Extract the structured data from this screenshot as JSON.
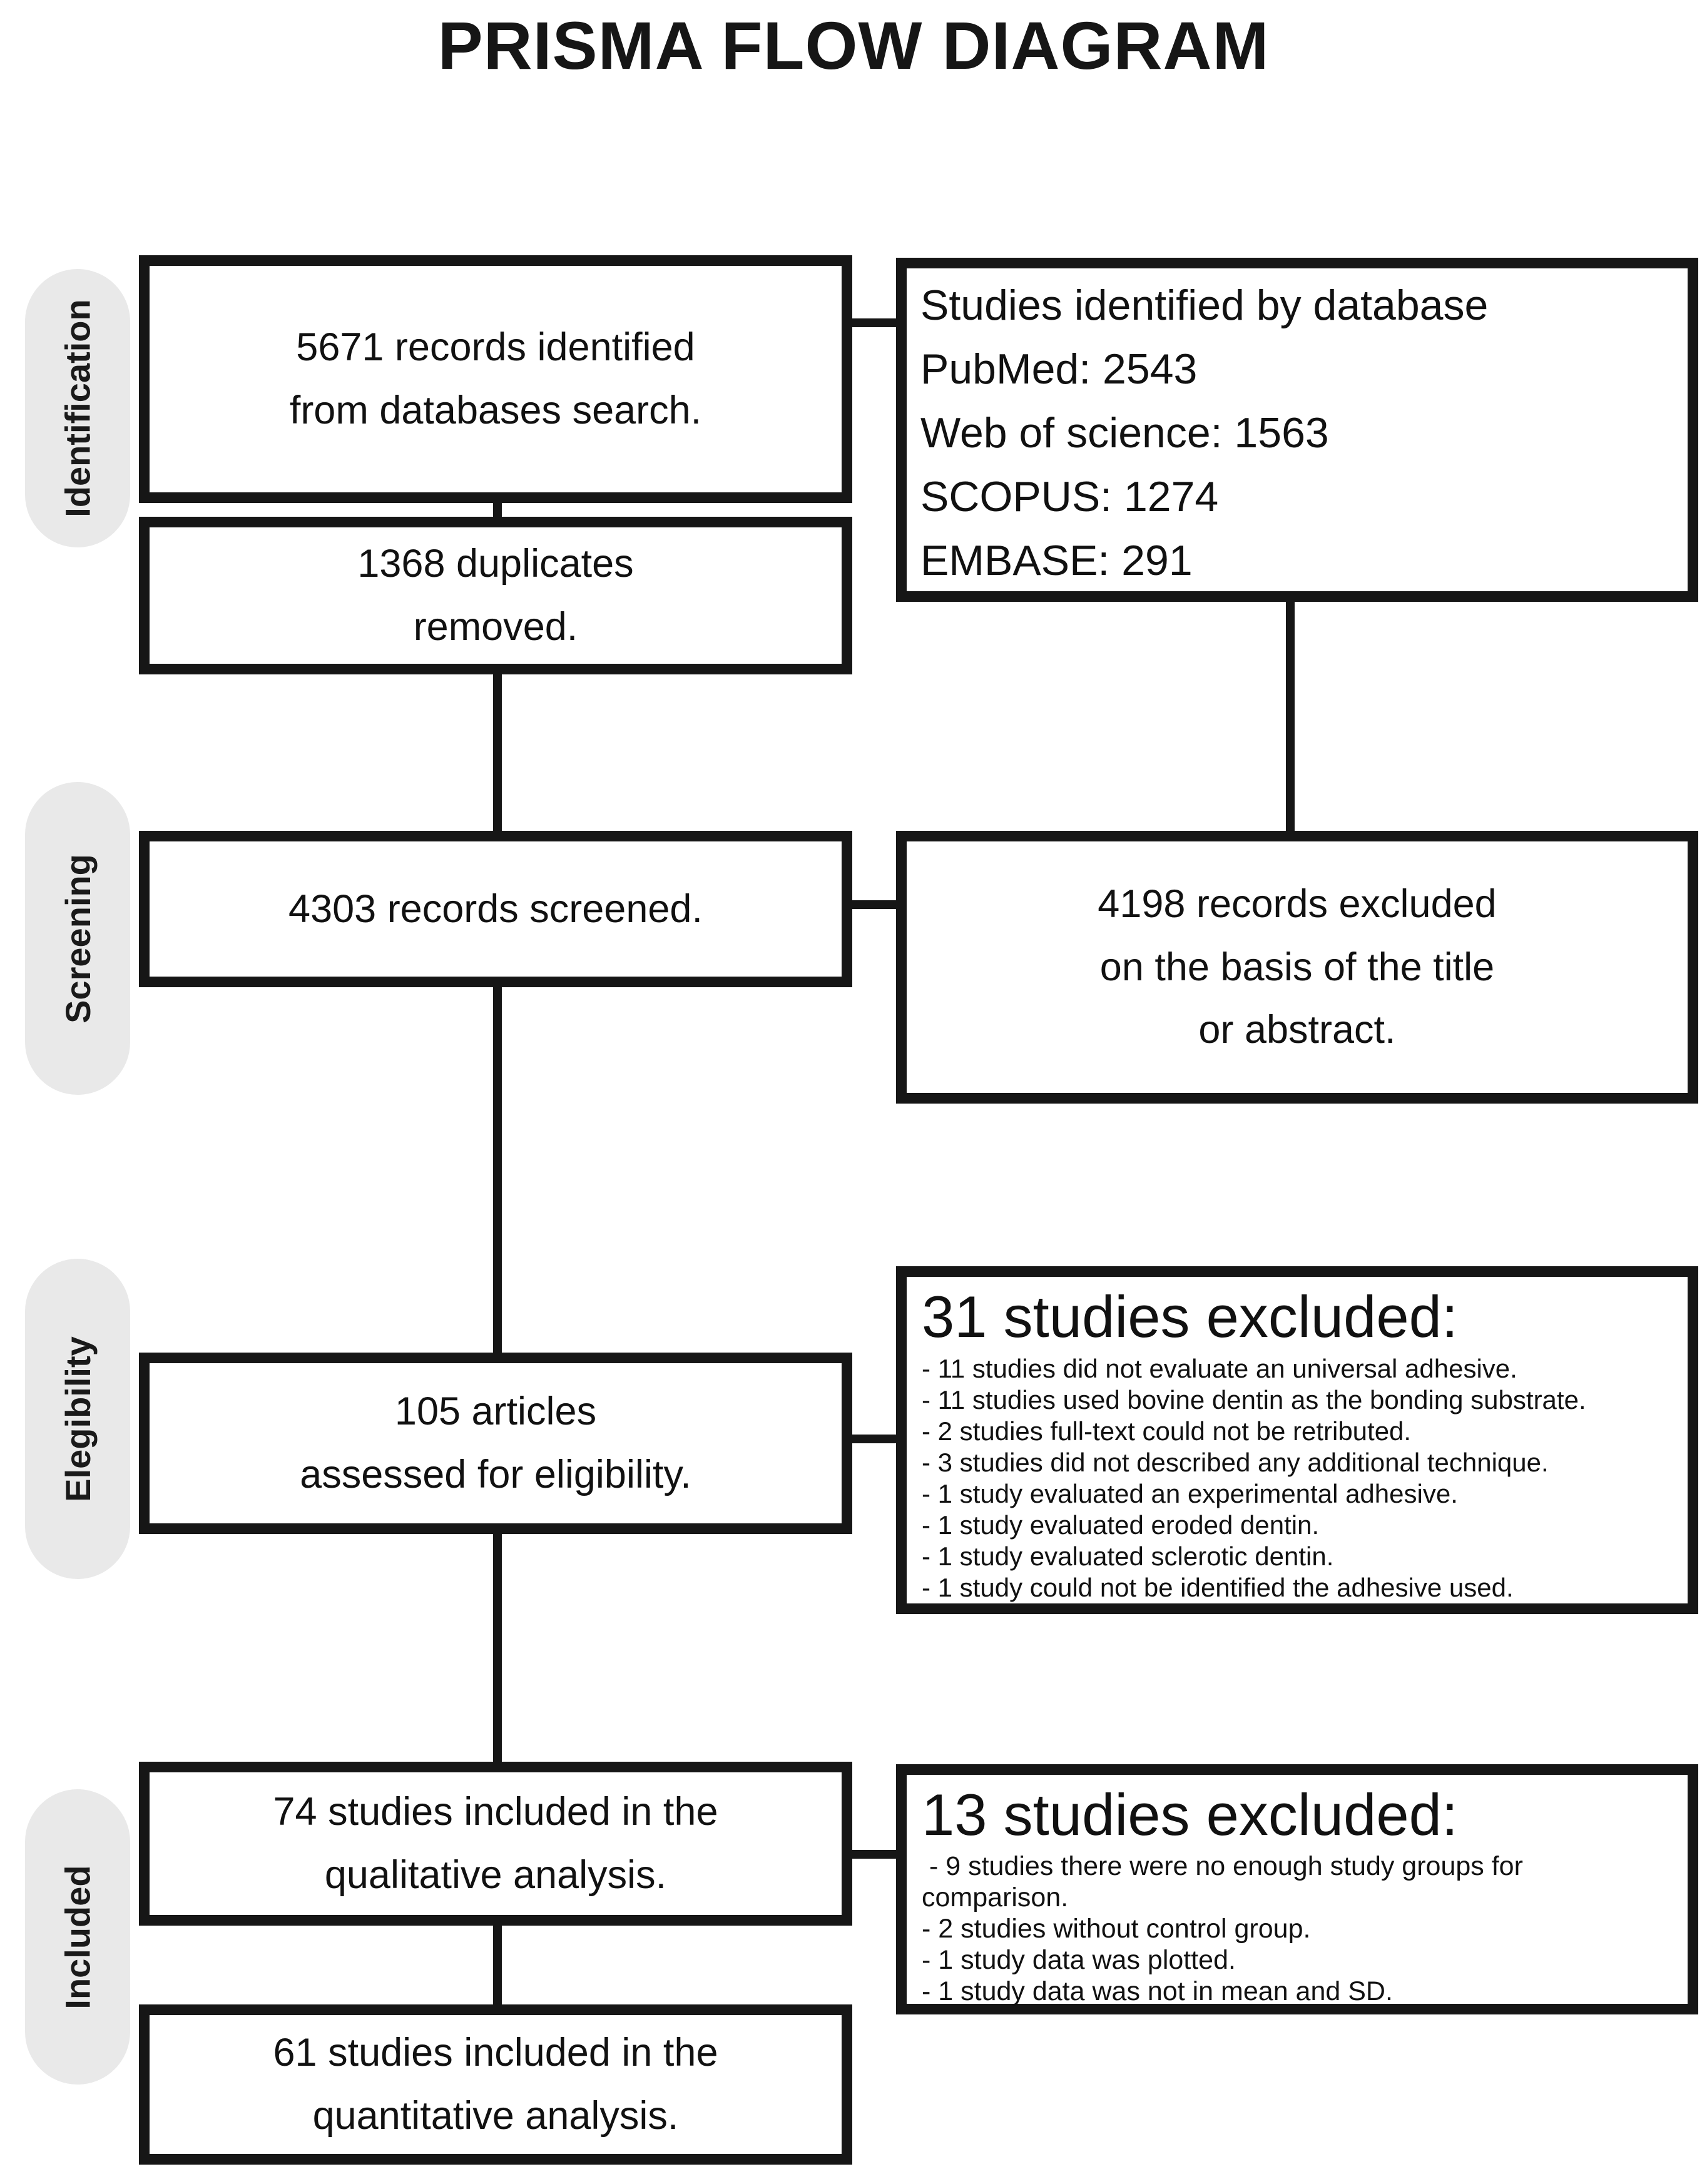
{
  "title": "PRISMA FLOW DIAGRAM",
  "stages": {
    "identification": "Identification",
    "screening": "Screening",
    "eligibility": "Elegibility",
    "included": "Included"
  },
  "boxes": {
    "records_identified": "5671 records identified\nfrom databases search.",
    "databases": "Studies identified by database\nPubMed: 2543\nWeb of science: 1563\nSCOPUS: 1274\nEMBASE: 291",
    "duplicates_removed": "1368 duplicates\nremoved.",
    "records_screened": "4303 records screened.",
    "records_excluded_screening": "4198 records excluded\non the basis of the title\nor abstract.",
    "assessed_eligibility": "105 articles\nassessed for eligibility.",
    "excluded_eligibility": {
      "header": "31 studies excluded:",
      "reasons": [
        "- 11 studies did not evaluate an universal adhesive.",
        "- 11 studies used bovine dentin as the bonding substrate.",
        "- 2 studies full-text could not be retributed.",
        "- 3 studies did not described any additional technique.",
        "- 1 study evaluated an experimental adhesive.",
        "- 1 study evaluated eroded dentin.",
        "- 1 study evaluated sclerotic dentin.",
        "- 1 study could not be identified the adhesive used."
      ]
    },
    "qualitative_included": "74 studies included in the\nqualitative analysis.",
    "excluded_quantitative": {
      "header": "13 studies excluded:",
      "reasons": [
        " - 9 studies there were no enough study groups for comparison.",
        "- 2 studies without control group.",
        "- 1 study data was plotted.",
        "- 1 study data was not in mean and SD."
      ]
    },
    "quantitative_included": "61 studies included in the\nquantitative analysis."
  },
  "colors": {
    "ink": "#161616",
    "stage_capsule_background": "#e9e9e9"
  }
}
